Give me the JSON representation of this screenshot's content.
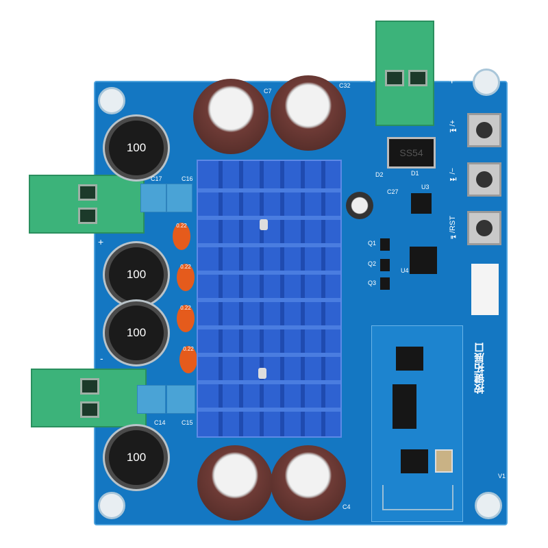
{
  "board": {
    "color": "#1477c2"
  },
  "inductors": [
    "100",
    "100",
    "100",
    "100"
  ],
  "diode": "SS54",
  "labels": {
    "c17": "C17",
    "c16": "C16",
    "c14": "C14",
    "c15": "C15",
    "c32": "C32",
    "c7": "C7",
    "c27": "C27",
    "u3": "U3",
    "d1": "D1",
    "d2": "D2",
    "q1": "Q1",
    "q2": "Q2",
    "q3": "Q3",
    "u4": "U4",
    "v1": "V1",
    "c4": "C4"
  },
  "terminal_marks": {
    "top_minus": "-",
    "top_plus": "+",
    "left_plus": "+",
    "left_minus": "-"
  },
  "button_labels": [
    "⏭/+",
    "⏮/−",
    "⏯/RST"
  ],
  "expansion_label": "按键拓展口",
  "film_caps": [
    "0.22",
    "0.22",
    "0.22",
    "0.22"
  ]
}
